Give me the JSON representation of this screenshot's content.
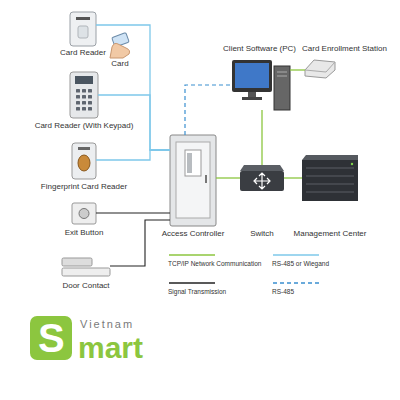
{
  "diagram": {
    "nodes": [
      {
        "text": [
          "Card Reader"
        ]
      },
      {
        "text": [
          "Card"
        ]
      },
      {
        "text": [
          "Card Reader (With Keypad)"
        ]
      },
      {
        "text": [
          "Fingerprint Card Reader"
        ]
      },
      {
        "text": [
          "Exit Button"
        ]
      },
      {
        "text": [
          "Door Contact"
        ]
      },
      {
        "text": [
          "Access Controller"
        ]
      },
      {
        "text": [
          "Client Software (PC)"
        ]
      },
      {
        "text": [
          "Card Enrollment Station"
        ]
      },
      {
        "text": [
          "Switch"
        ]
      },
      {
        "text": [
          "Management Center"
        ]
      }
    ],
    "edges": [
      {
        "from": 0,
        "to": 6,
        "arrow": "none"
      },
      {
        "from": 2,
        "to": 6,
        "arrow": "none"
      },
      {
        "from": 3,
        "to": 6,
        "arrow": "none"
      },
      {
        "from": 4,
        "to": 6,
        "arrow": "none"
      },
      {
        "from": 5,
        "to": 6,
        "arrow": "none"
      },
      {
        "from": 6,
        "to": 9,
        "arrow": "none"
      },
      {
        "from": 9,
        "to": 7,
        "arrow": "none"
      },
      {
        "from": 9,
        "to": 10,
        "arrow": "none"
      },
      {
        "from": 7,
        "to": 8,
        "arrow": "none"
      },
      {
        "from": 6,
        "to": 7,
        "arrow": "none"
      }
    ],
    "labels": [
      "Vietnam",
      "S",
      "mart"
    ],
    "legend": [
      {
        "text": "TCP/IP Network Communication"
      },
      {
        "text": "RS-485 or Wiegand"
      },
      {
        "text": "Signal Transmission"
      },
      {
        "text": "RS-485"
      }
    ]
  }
}
